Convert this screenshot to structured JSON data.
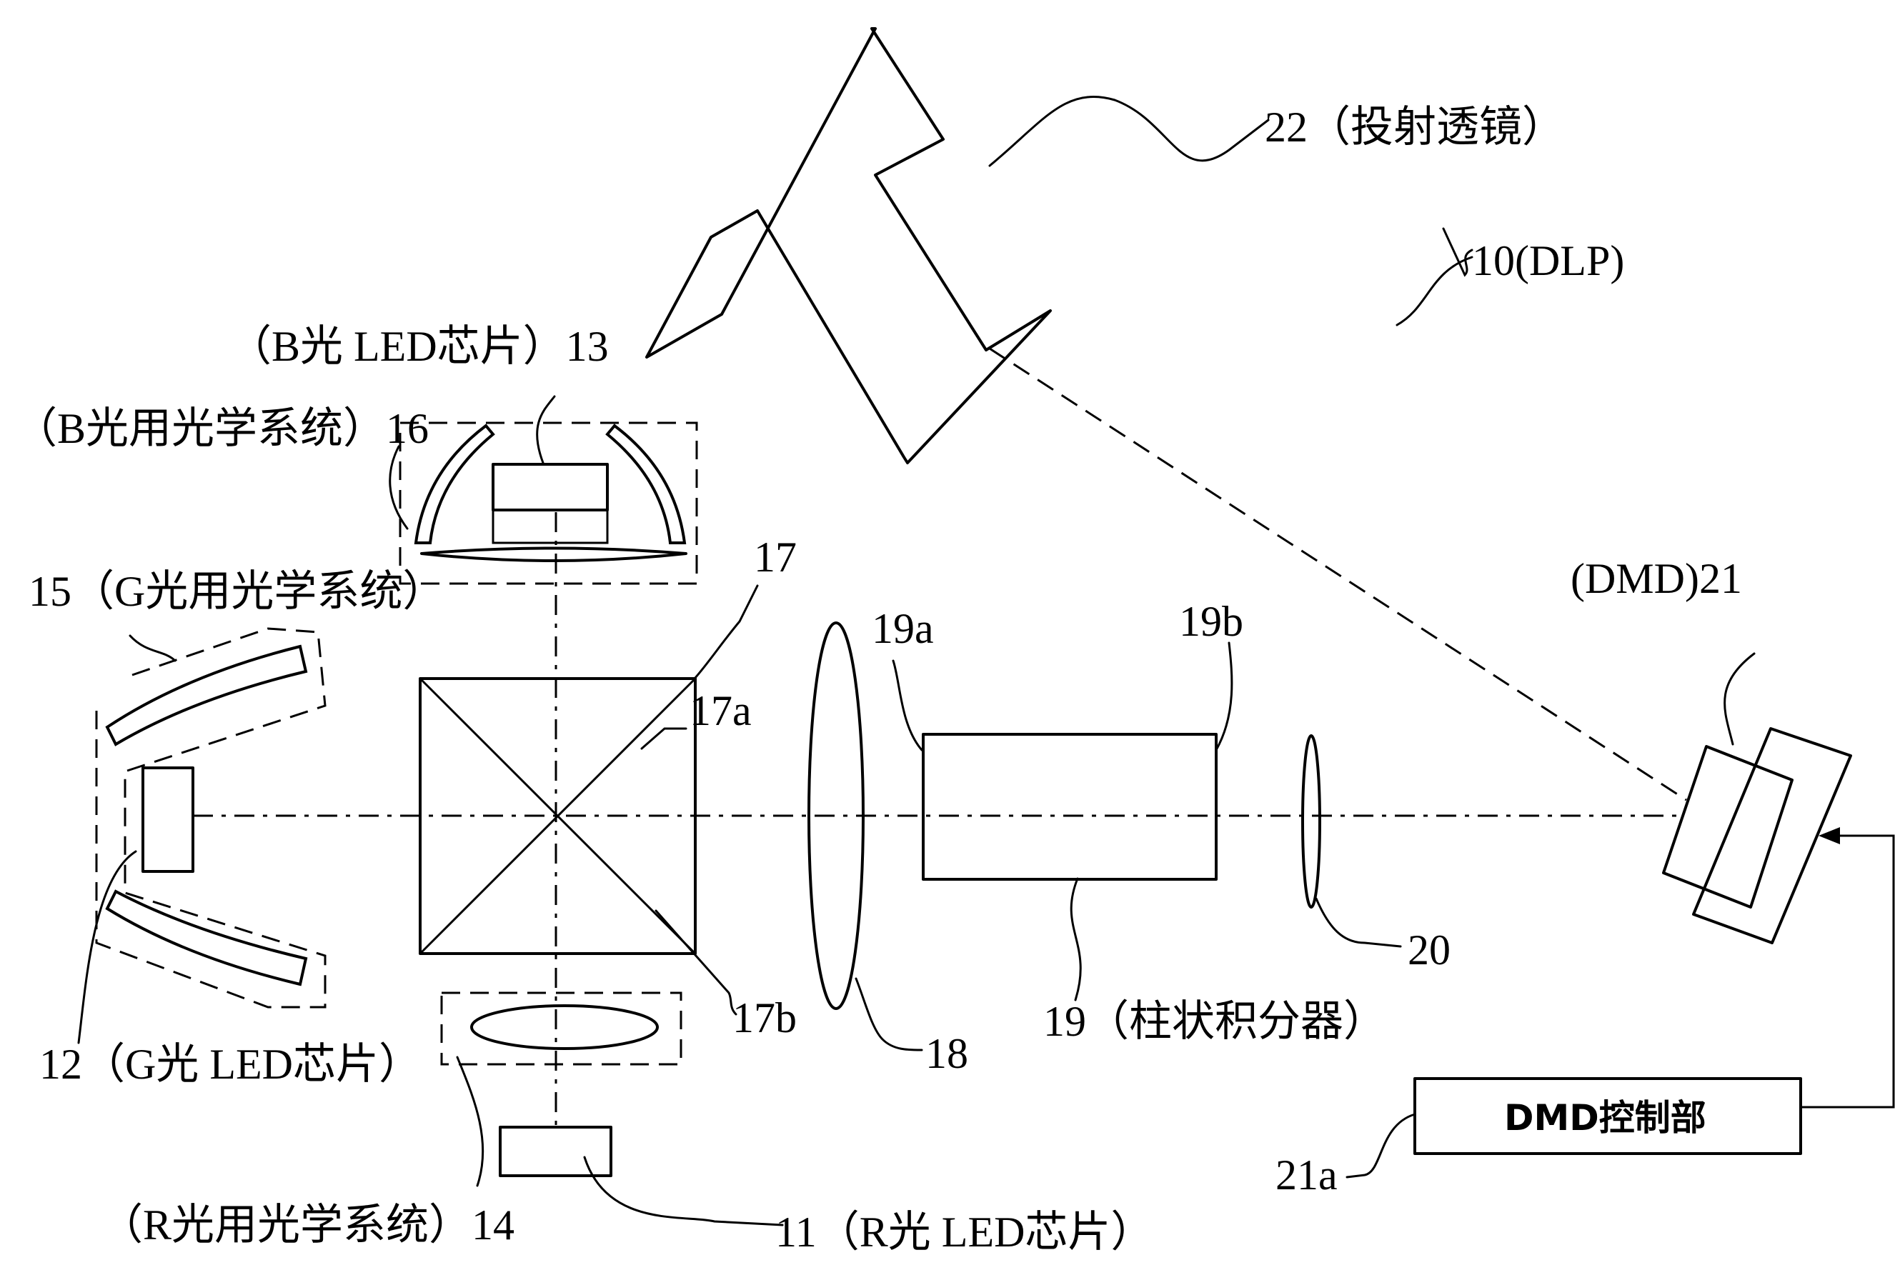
{
  "labels": {
    "projection_lens": "22（投射透镜）",
    "dlp": "10(DLP)",
    "b_led": "（B光 LED芯片）13",
    "b_optics": "（B光用光学系统）16",
    "g_optics": "15（G光用光学系统）",
    "prism": "17",
    "prism_a": "17a",
    "prism_b": "17b",
    "rod_a": "19a",
    "rod_b": "19b",
    "dmd": "(DMD)21",
    "lens_20": "20",
    "lens_18": "18",
    "rod_integrator": "19（柱状积分器）",
    "g_led": "12（G光 LED芯片）",
    "r_optics": "（R光用光学系统）14",
    "r_led": "11（R光 LED芯片）",
    "dmd_ctrl_ref": "21a",
    "dmd_ctrl": "DMD控制部"
  }
}
